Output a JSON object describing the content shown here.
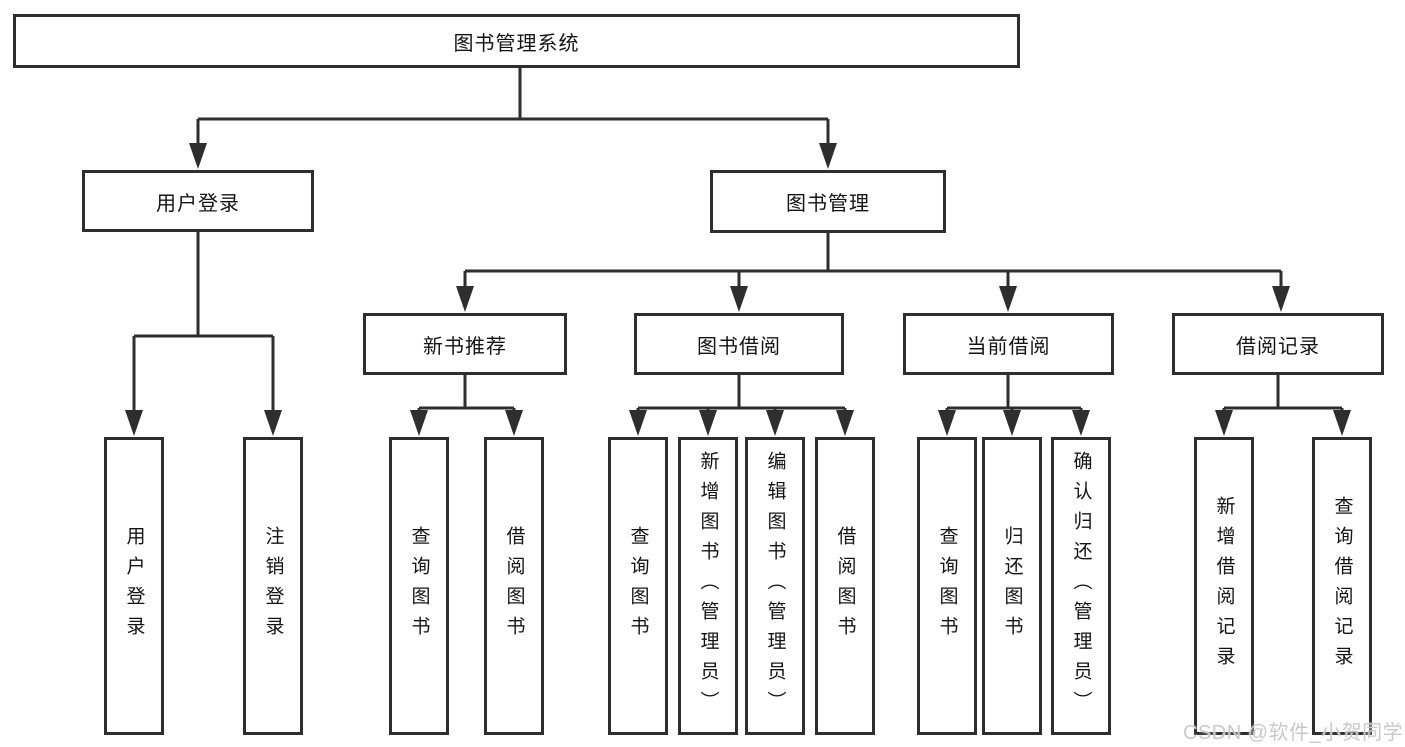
{
  "diagram": {
    "title_node": "图书管理系统",
    "colors": {
      "line": "#2e2e2e",
      "background": "#ffffff",
      "text": "#141414",
      "watermark": "#c9c9c9"
    },
    "nodes": {
      "root": "图书管理系统",
      "user_login": "用户登录",
      "book_management": "图书管理",
      "new_book_recommendation": "新书推荐",
      "book_borrowing": "图书借阅",
      "current_borrowing": "当前借阅",
      "borrowing_records": "借阅记录",
      "leaf_user_login": "用户登录",
      "leaf_logout": "注销登录",
      "leaf_query_books_recommend": "查询图书",
      "leaf_borrow_books_recommend": "借阅图书",
      "leaf_query_books_borrow": "查询图书",
      "leaf_add_books_admin": "新增图书（管理员）",
      "leaf_edit_books_admin": "编辑图书（管理员）",
      "leaf_borrow_books_borrow": "借阅图书",
      "leaf_query_books_current": "查询图书",
      "leaf_return_books": "归还图书",
      "leaf_confirm_return_admin": "确认归还（管理员）",
      "leaf_add_borrow_record": "新增借阅记录",
      "leaf_query_borrow_record": "查询借阅记录"
    },
    "hierarchy": {
      "图书管理系统": {
        "用户登录": [
          "用户登录",
          "注销登录"
        ],
        "图书管理": {
          "新书推荐": [
            "查询图书",
            "借阅图书"
          ],
          "图书借阅": [
            "查询图书",
            "新增图书（管理员）",
            "编辑图书（管理员）",
            "借阅图书"
          ],
          "当前借阅": [
            "查询图书",
            "归还图书",
            "确认归还（管理员）"
          ],
          "借阅记录": [
            "新增借阅记录",
            "查询借阅记录"
          ]
        }
      }
    },
    "watermark": "CSDN @软件_小贺同学"
  }
}
